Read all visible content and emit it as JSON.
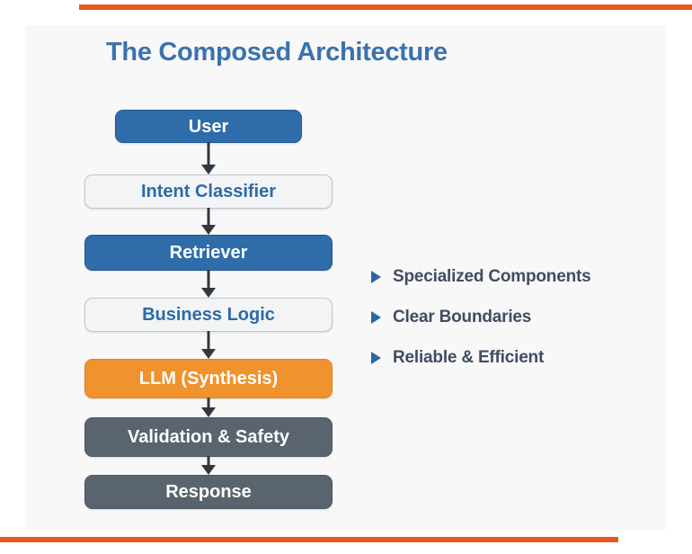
{
  "slide": {
    "title": "The Composed Architecture",
    "background_color": "#f8f8f9",
    "accent_bar_color": "#e8571e",
    "title_color": "#3b72ae"
  },
  "flowchart": {
    "arrow_color": "#32383f",
    "nodes": [
      {
        "label": "User",
        "fill": "#2e6caa",
        "text_color": "#ffffff"
      },
      {
        "label": "Intent Classifier",
        "fill": "#f2f4f5",
        "text_color": "#2e6aa8"
      },
      {
        "label": "Retriever",
        "fill": "#2e6caa",
        "text_color": "#ffffff"
      },
      {
        "label": "Business Logic",
        "fill": "#f2f4f5",
        "text_color": "#2e6aa8"
      },
      {
        "label": "LLM (Synthesis)",
        "fill": "#f0922d",
        "text_color": "#ffffff"
      },
      {
        "label": "Validation & Safety",
        "fill": "#5a646f",
        "text_color": "#ffffff"
      },
      {
        "label": "Response",
        "fill": "#5a646f",
        "text_color": "#ffffff"
      }
    ]
  },
  "bullets": {
    "marker_color": "#2b66a3",
    "text_color": "#3f4d63",
    "items": [
      {
        "label": "Specialized Components"
      },
      {
        "label": "Clear Boundaries"
      },
      {
        "label": "Reliable & Efficient"
      }
    ]
  }
}
